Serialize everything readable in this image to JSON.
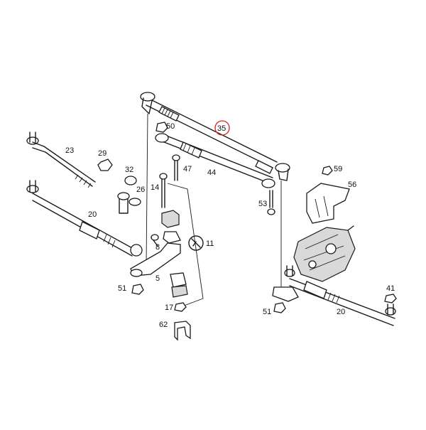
{
  "highlight_color": "#d4201a",
  "callouts": {
    "c35": "35",
    "c50": "50",
    "c23": "23",
    "c29": "29",
    "c47": "47",
    "c44": "44",
    "c32": "32",
    "c26": "26",
    "c14": "14",
    "c59": "59",
    "c56": "56",
    "c20a": "20",
    "c53": "53",
    "c11": "11",
    "c8": "8",
    "c5": "5",
    "c51a": "51",
    "c17": "17",
    "c62": "62",
    "c41": "41",
    "c51b": "51",
    "c20b": "20"
  }
}
